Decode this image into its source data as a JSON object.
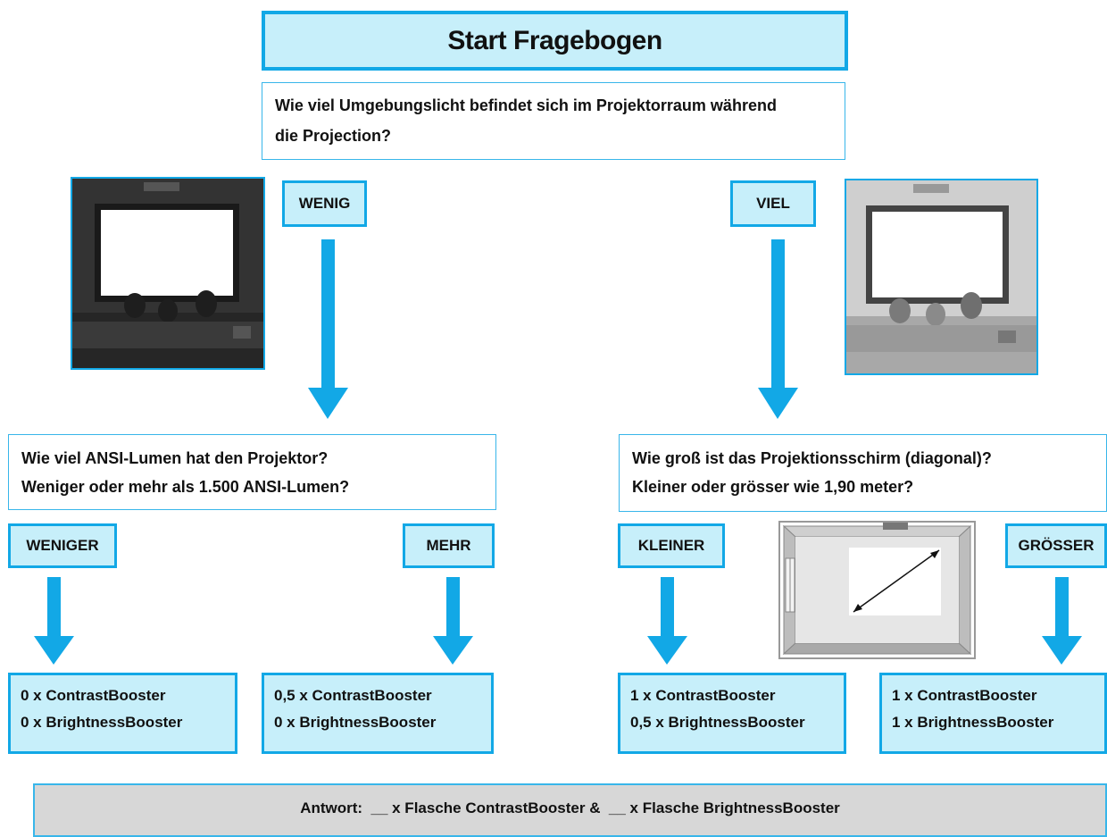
{
  "title": "Start Fragebogen",
  "question1": {
    "line1": "Wie viel Umgebungslicht  befindet sich im Projektorraum während",
    "line2": "die Projection?"
  },
  "options": {
    "wenig": "WENIG",
    "viel": "VIEL"
  },
  "question_left": {
    "line1": "Wie viel ANSI-Lumen hat den Projektor?",
    "line2": "Weniger oder mehr als 1.500 ANSI-Lumen?"
  },
  "question_right": {
    "line1": "Wie groß ist das Projektionsschirm (diagonal)?",
    "line2": "Kleiner oder grösser wie 1,90 meter?"
  },
  "sub_options": {
    "weniger": "WENIGER",
    "mehr": "MEHR",
    "kleiner": "KLEINER",
    "groesser": "GRÖSSER"
  },
  "results": [
    {
      "line1": "0 x ContrastBooster",
      "line2": "0 x BrightnessBooster"
    },
    {
      "line1": "0,5 x ContrastBooster",
      "line2": "0 x BrightnessBooster"
    },
    {
      "line1": "1 x ContrastBooster",
      "line2": "0,5 x BrightnessBooster"
    },
    {
      "line1": "1 x ContrastBooster",
      "line2": "1 x BrightnessBooster"
    }
  ],
  "answer": "Antwort:  __ x Flasche ContrastBooster &  __ x Flasche BrightnessBooster",
  "colors": {
    "accent": "#12a8e6",
    "box_fill": "#c7effa",
    "answer_fill": "#d7d7d7"
  },
  "icons": [
    "dark-room-photo",
    "bright-room-photo",
    "screen-diagonal-diagram"
  ]
}
